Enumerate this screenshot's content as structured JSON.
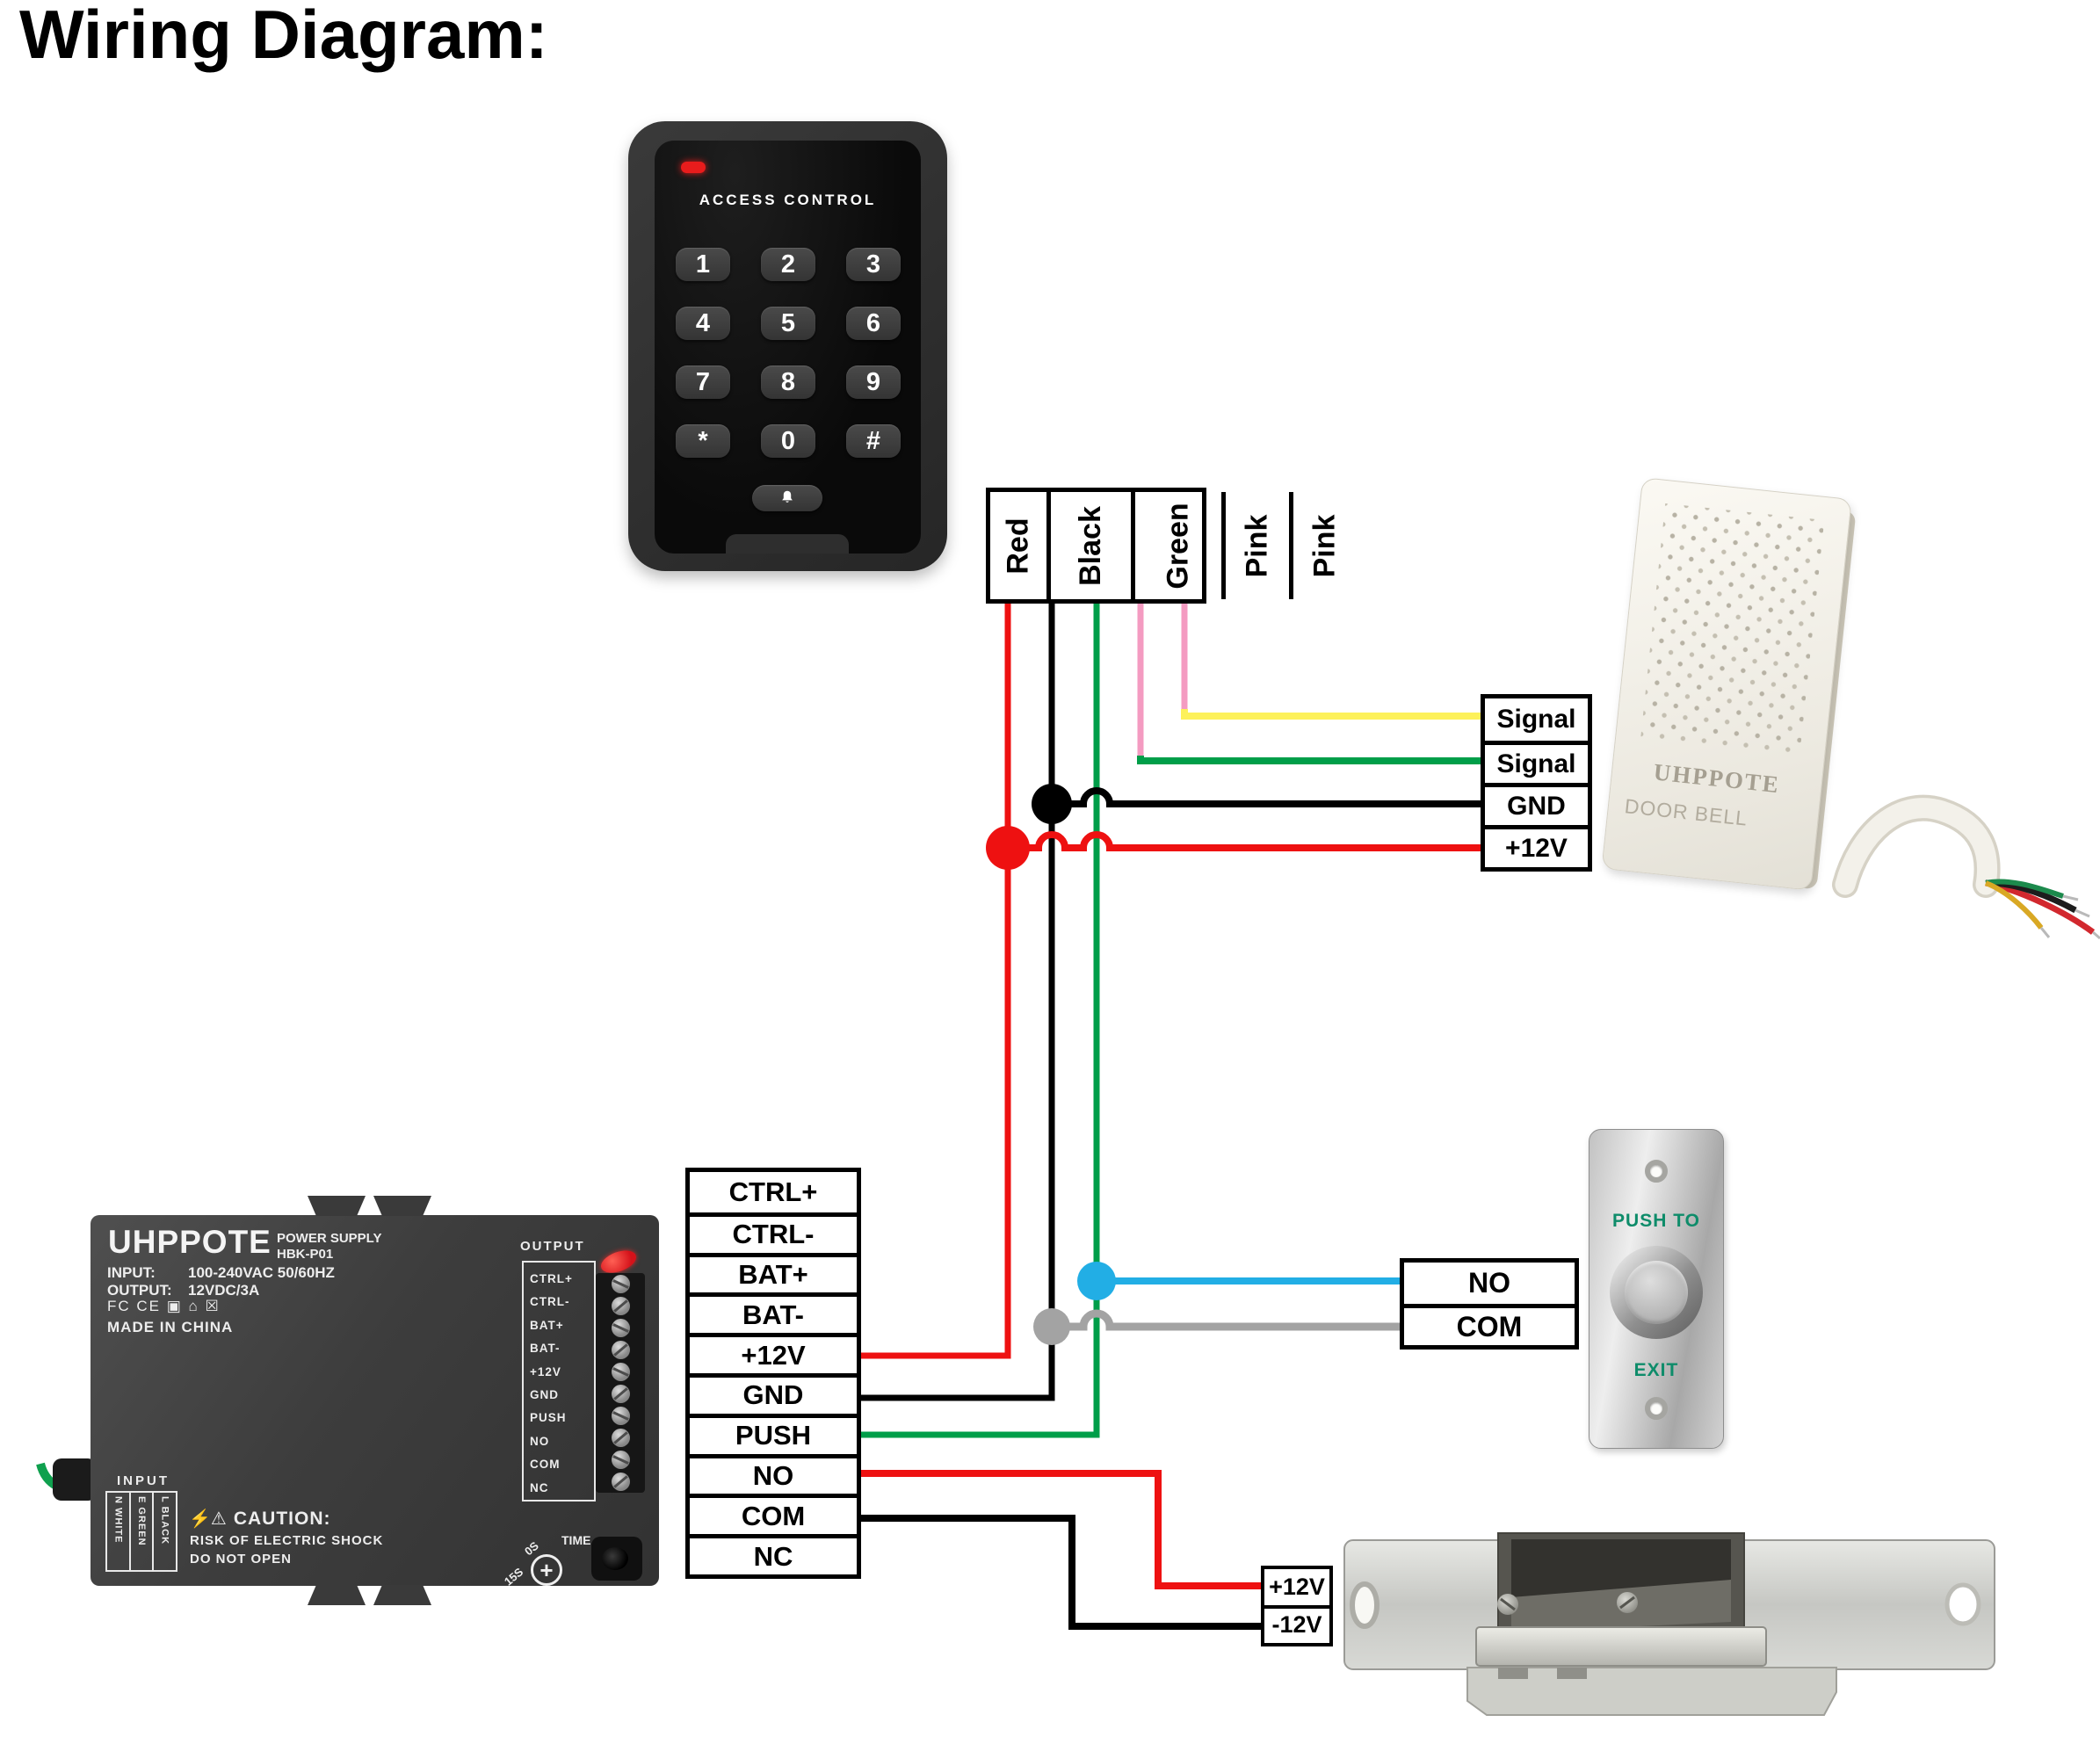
{
  "title": "Wiring Diagram:",
  "colors": {
    "wire_red": "#ee1111",
    "wire_black": "#000000",
    "wire_green": "#009e49",
    "wire_pink": "#f49bc1",
    "wire_yellow": "#fdf15a",
    "wire_blue": "#22aee5",
    "wire_gray": "#a3a3a3",
    "exit_text_green": "#0e8c6a",
    "led_red": "#e81c1c"
  },
  "keypad": {
    "heading": "ACCESS CONTROL",
    "keys": [
      "1",
      "2",
      "3",
      "4",
      "5",
      "6",
      "7",
      "8",
      "9",
      "*",
      "0",
      "#"
    ]
  },
  "keypad_wires": {
    "labels": [
      "Red",
      "Black",
      "Green",
      "Pink",
      "Pink"
    ]
  },
  "doorbell": {
    "terminals": [
      "Signal",
      "Signal",
      "GND",
      "+12V"
    ],
    "brand": "UHPPOTE",
    "label": "DOOR BELL"
  },
  "psu": {
    "brand": "UHPPOTE",
    "product": "POWER SUPPLY",
    "model": "HBK-P01",
    "input_spec": "INPUT:",
    "input_value": "100-240VAC 50/60HZ",
    "output_spec": "OUTPUT:",
    "output_value": "12VDC/3A",
    "cert_marks": "FC CE ▣ ⌂ ☒",
    "made_in": "MADE IN CHINA",
    "output_label": "OUTPUT",
    "printed_terminals": [
      "CTRL+",
      "CTRL-",
      "BAT+",
      "BAT-",
      "+12V",
      "GND",
      "PUSH",
      "NO",
      "COM",
      "NC"
    ],
    "input_label": "INPUT",
    "input_terminals": [
      "N WHITE",
      "E GREEN",
      "L BLACK"
    ],
    "caution_icons": "⚡⚠",
    "caution_title": "CAUTION:",
    "caution_line1": "RISK OF ELECTRIC SHOCK",
    "caution_line2": "DO NOT OPEN",
    "time_label": "TIME",
    "time_min": "0S",
    "time_max": "15S"
  },
  "psu_box": {
    "labels": [
      "CTRL+",
      "CTRL-",
      "BAT+",
      "BAT-",
      "+12V",
      "GND",
      "PUSH",
      "NO",
      "COM",
      "NC"
    ]
  },
  "exit_button": {
    "box_labels": [
      "NO",
      "COM"
    ],
    "plate_line1": "PUSH TO",
    "plate_line2": "EXIT"
  },
  "strike": {
    "box_labels": [
      "+12V",
      "-12V"
    ]
  }
}
